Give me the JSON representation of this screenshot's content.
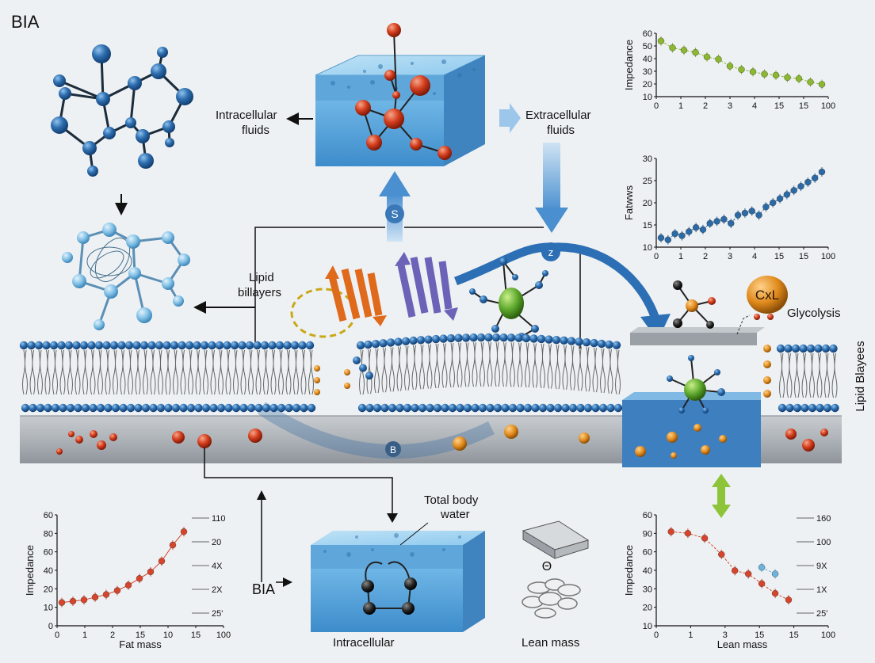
{
  "title": "BIA",
  "labels": {
    "intracellular_fluids": [
      "Intracellular",
      "fluids"
    ],
    "extracellular_fluids": [
      "Extracellular",
      "fluids"
    ],
    "lipid_billayers": [
      "Lipid",
      "billayers"
    ],
    "glycolysis": "Glycolysis",
    "cxl": "CxL",
    "lipid_blayees": "Lipid Blayees",
    "total_body_water": [
      "Total body",
      "water"
    ],
    "bia_arrow": "BIA",
    "intracellular": "Intracellular",
    "lean_mass": "Lean mass",
    "lean_mass_small_glyph": "Θ",
    "badge_s": "S",
    "badge_z": "z",
    "badge_b": "B"
  },
  "chart_data": [
    {
      "type": "scatter",
      "ylabel": "Impedance",
      "xlabel": "",
      "x_ticks": [
        "0",
        "1",
        "2",
        "3",
        "4",
        "15",
        "15",
        "100"
      ],
      "y_ticks": [
        "10",
        "20",
        "30",
        "40",
        "50",
        "60"
      ],
      "ylim": [
        10,
        60
      ],
      "series": [
        {
          "color": "#8bb82e",
          "x": [
            0,
            0.5,
            1,
            1.5,
            2,
            2.5,
            3,
            3.5,
            4,
            4.5,
            5,
            5.5,
            6,
            6.5,
            7
          ],
          "y": [
            56,
            50,
            48,
            46,
            42,
            40,
            34,
            31,
            29,
            27,
            26,
            24,
            23,
            20,
            18
          ]
        }
      ]
    },
    {
      "type": "scatter",
      "ylabel": "Fatwws",
      "xlabel": "",
      "x_ticks": [
        "0",
        "1",
        "2",
        "3",
        "4",
        "15",
        "15",
        "100"
      ],
      "y_ticks": [
        "10",
        "15",
        "20",
        "25",
        "30"
      ],
      "ylim": [
        10,
        30
      ],
      "series": [
        {
          "color": "#2b6aa6",
          "x": [
            0,
            0.3,
            0.6,
            0.9,
            1.2,
            1.5,
            1.8,
            2.1,
            2.4,
            2.7,
            3,
            3.3,
            3.6,
            3.9,
            4.2,
            4.5,
            4.8,
            5.1,
            5.4,
            5.7,
            6,
            6.3,
            6.6,
            6.9
          ],
          "y": [
            11.5,
            11,
            12.5,
            12,
            13,
            14,
            13.5,
            15,
            15.5,
            16,
            15,
            17,
            17.5,
            18,
            17,
            19,
            20,
            21,
            22,
            23,
            24,
            25,
            26,
            27.5
          ]
        }
      ]
    },
    {
      "type": "line",
      "ylabel": "Impedance",
      "xlabel": "Fat mass",
      "x_ticks": [
        "0",
        "1",
        "2",
        "15",
        "10",
        "15",
        "100"
      ],
      "y_ticks": [
        "0",
        "10",
        "20",
        "40",
        "60",
        "80",
        "60"
      ],
      "right_labels": [
        "110",
        "20",
        "4X",
        "2X",
        "25'"
      ],
      "series": [
        {
          "color": "#d6452b",
          "x": [
            0,
            0.5,
            1,
            1.5,
            2,
            2.5,
            3,
            3.5,
            4,
            4.5,
            5,
            5.5
          ],
          "y": [
            15,
            16,
            17,
            19,
            21,
            24,
            28,
            33,
            38,
            46,
            58,
            68
          ]
        }
      ]
    },
    {
      "type": "scatter",
      "ylabel": "Impedance",
      "xlabel": "Lean mass",
      "x_ticks": [
        "0",
        "1",
        "3",
        "15",
        "15",
        "100"
      ],
      "y_ticks": [
        "10",
        "20",
        "30",
        "40",
        "60",
        "90",
        "60"
      ],
      "right_labels": [
        "160",
        "100",
        "9X",
        "1X",
        "25'"
      ],
      "series": [
        {
          "color": "#d6452b",
          "x": [
            0.3,
            0.8,
            1.3,
            1.8,
            2.2,
            2.6,
            3,
            3.4,
            3.8
          ],
          "y": [
            56,
            55,
            52,
            42,
            32,
            30,
            24,
            18,
            14
          ]
        },
        {
          "color": "#6ab4de",
          "x": [
            3.0,
            3.4
          ],
          "y": [
            34,
            30
          ]
        }
      ]
    }
  ]
}
